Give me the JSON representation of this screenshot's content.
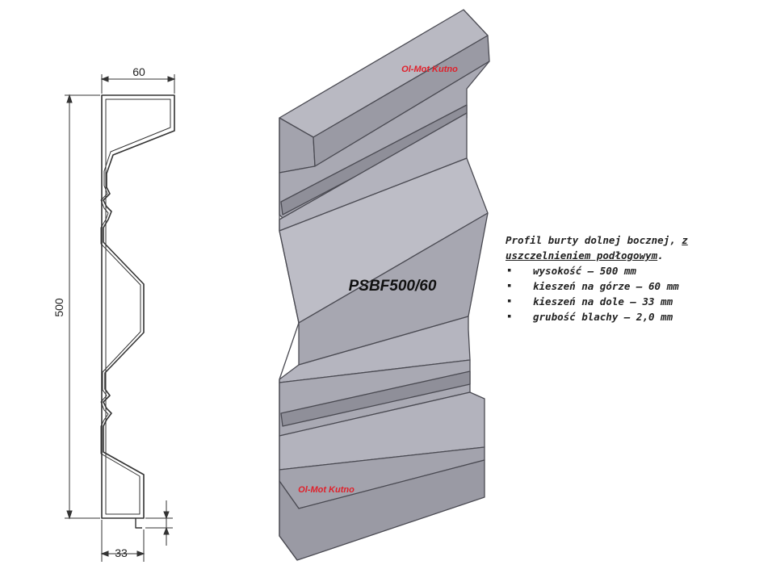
{
  "drawing": {
    "dim_top_width": "60",
    "dim_height": "500",
    "dim_bottom_width": "33"
  },
  "render": {
    "watermark_top": "Ol-Mot Kutno",
    "watermark_bottom": "Ol-Mot Kutno",
    "product_code": "PSBF500/60"
  },
  "specs": {
    "desc_part1": "Profil burty dolnej bocznej, ",
    "desc_underlined": "z uszczelnieniem podłogowym",
    "desc_end": ".",
    "items": [
      "wysokość – 500 mm",
      "kieszeń na górze – 60 mm",
      "kieszeń na dole – 33 mm",
      "grubość blachy – 2,0 mm"
    ]
  }
}
